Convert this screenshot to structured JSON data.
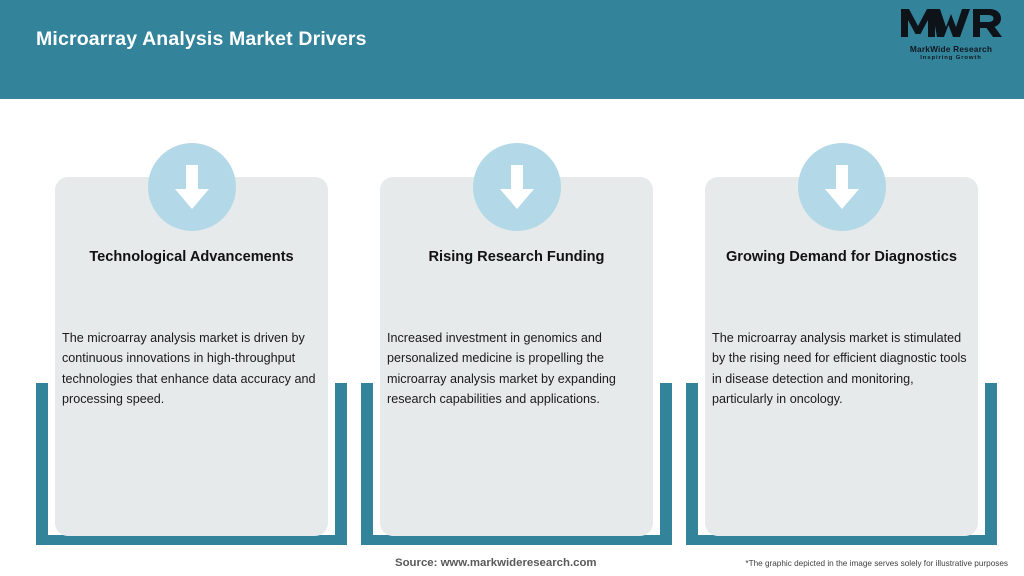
{
  "header": {
    "title": "Microarray Analysis Market Drivers",
    "background_color": "#33839b",
    "title_color": "#ffffff"
  },
  "logo": {
    "mark_text": "MWR",
    "company_name": "MarkWide Research",
    "tagline": "Inspiring Growth"
  },
  "cards": [
    {
      "icon": "arrow-down-icon",
      "title": "Technological Advancements",
      "body": "The microarray analysis market is driven by continuous innovations in high-throughput technologies that enhance data accuracy and processing speed.",
      "frame_color": "#33839b",
      "panel_color": "#e6eaeb",
      "circle_color": "#b3d9e8"
    },
    {
      "icon": "arrow-down-icon",
      "title": "Rising Research Funding",
      "body": "Increased investment in genomics and personalized medicine is propelling the microarray analysis market by expanding research capabilities and applications.",
      "frame_color": "#33839b",
      "panel_color": "#e6eaeb",
      "circle_color": "#b3d9e8"
    },
    {
      "icon": "arrow-down-icon",
      "title": "Growing Demand for Diagnostics",
      "body": "The microarray analysis market is stimulated by the rising need for efficient diagnostic tools in disease detection and monitoring, particularly in oncology.",
      "frame_color": "#33839b",
      "panel_color": "#e6eaeb",
      "circle_color": "#b3d9e8"
    }
  ],
  "footer": {
    "source": "Source: www.markwideresearch.com",
    "disclaimer": "*The graphic depicted in the image serves solely for illustrative purposes"
  }
}
